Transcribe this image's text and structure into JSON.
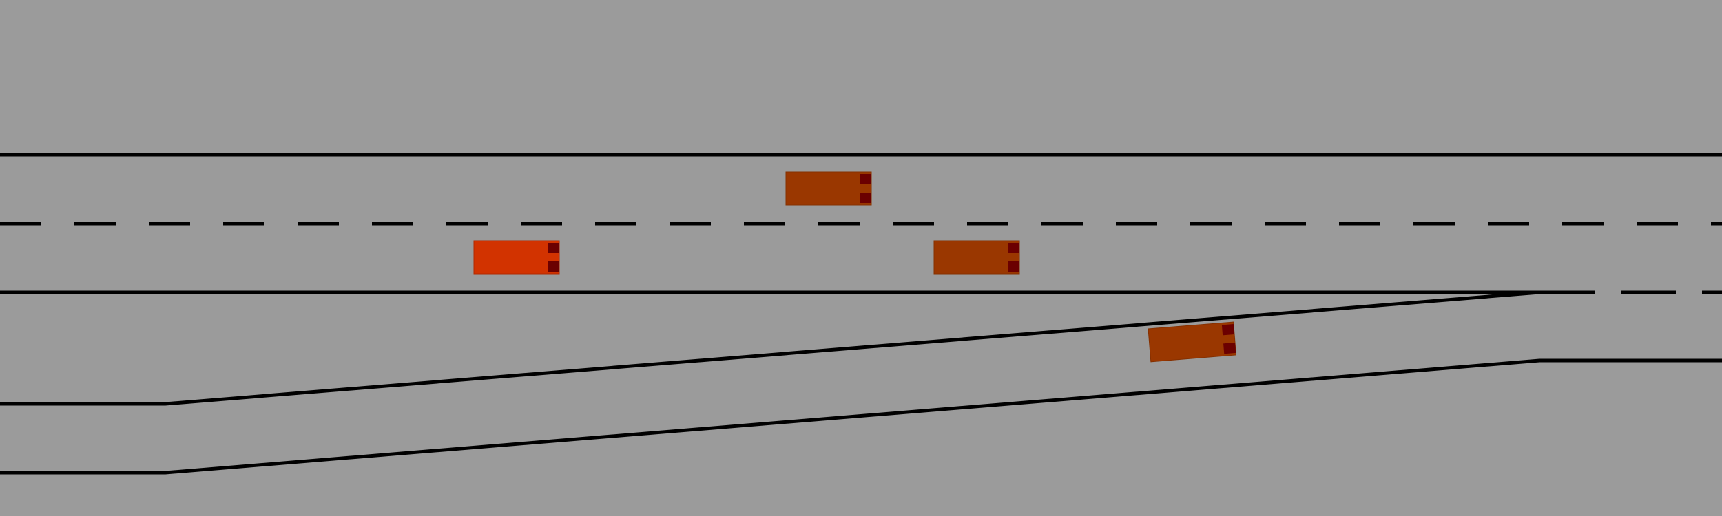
{
  "scene": {
    "background_color": "#9b9b9b",
    "line_color": "#000000",
    "lanes": {
      "main_road": [
        "lane-upper",
        "lane-lower"
      ],
      "merge_ramp": [
        "ramp-lane"
      ]
    },
    "vehicles": [
      {
        "id": "ego",
        "role": "ego vehicle",
        "lane": "lane-lower",
        "heading": "right",
        "color": "#d23300",
        "light_color": "#6b0000"
      },
      {
        "id": "v1",
        "role": "other vehicle",
        "lane": "lane-upper",
        "heading": "right",
        "color": "#9a3700",
        "light_color": "#6b0000"
      },
      {
        "id": "v2",
        "role": "other vehicle",
        "lane": "lane-lower",
        "heading": "right",
        "color": "#9a3700",
        "light_color": "#6b0000"
      },
      {
        "id": "v3",
        "role": "other vehicle",
        "lane": "ramp-lane",
        "heading": "right-up",
        "color": "#9a3700",
        "light_color": "#6b0000"
      }
    ]
  }
}
